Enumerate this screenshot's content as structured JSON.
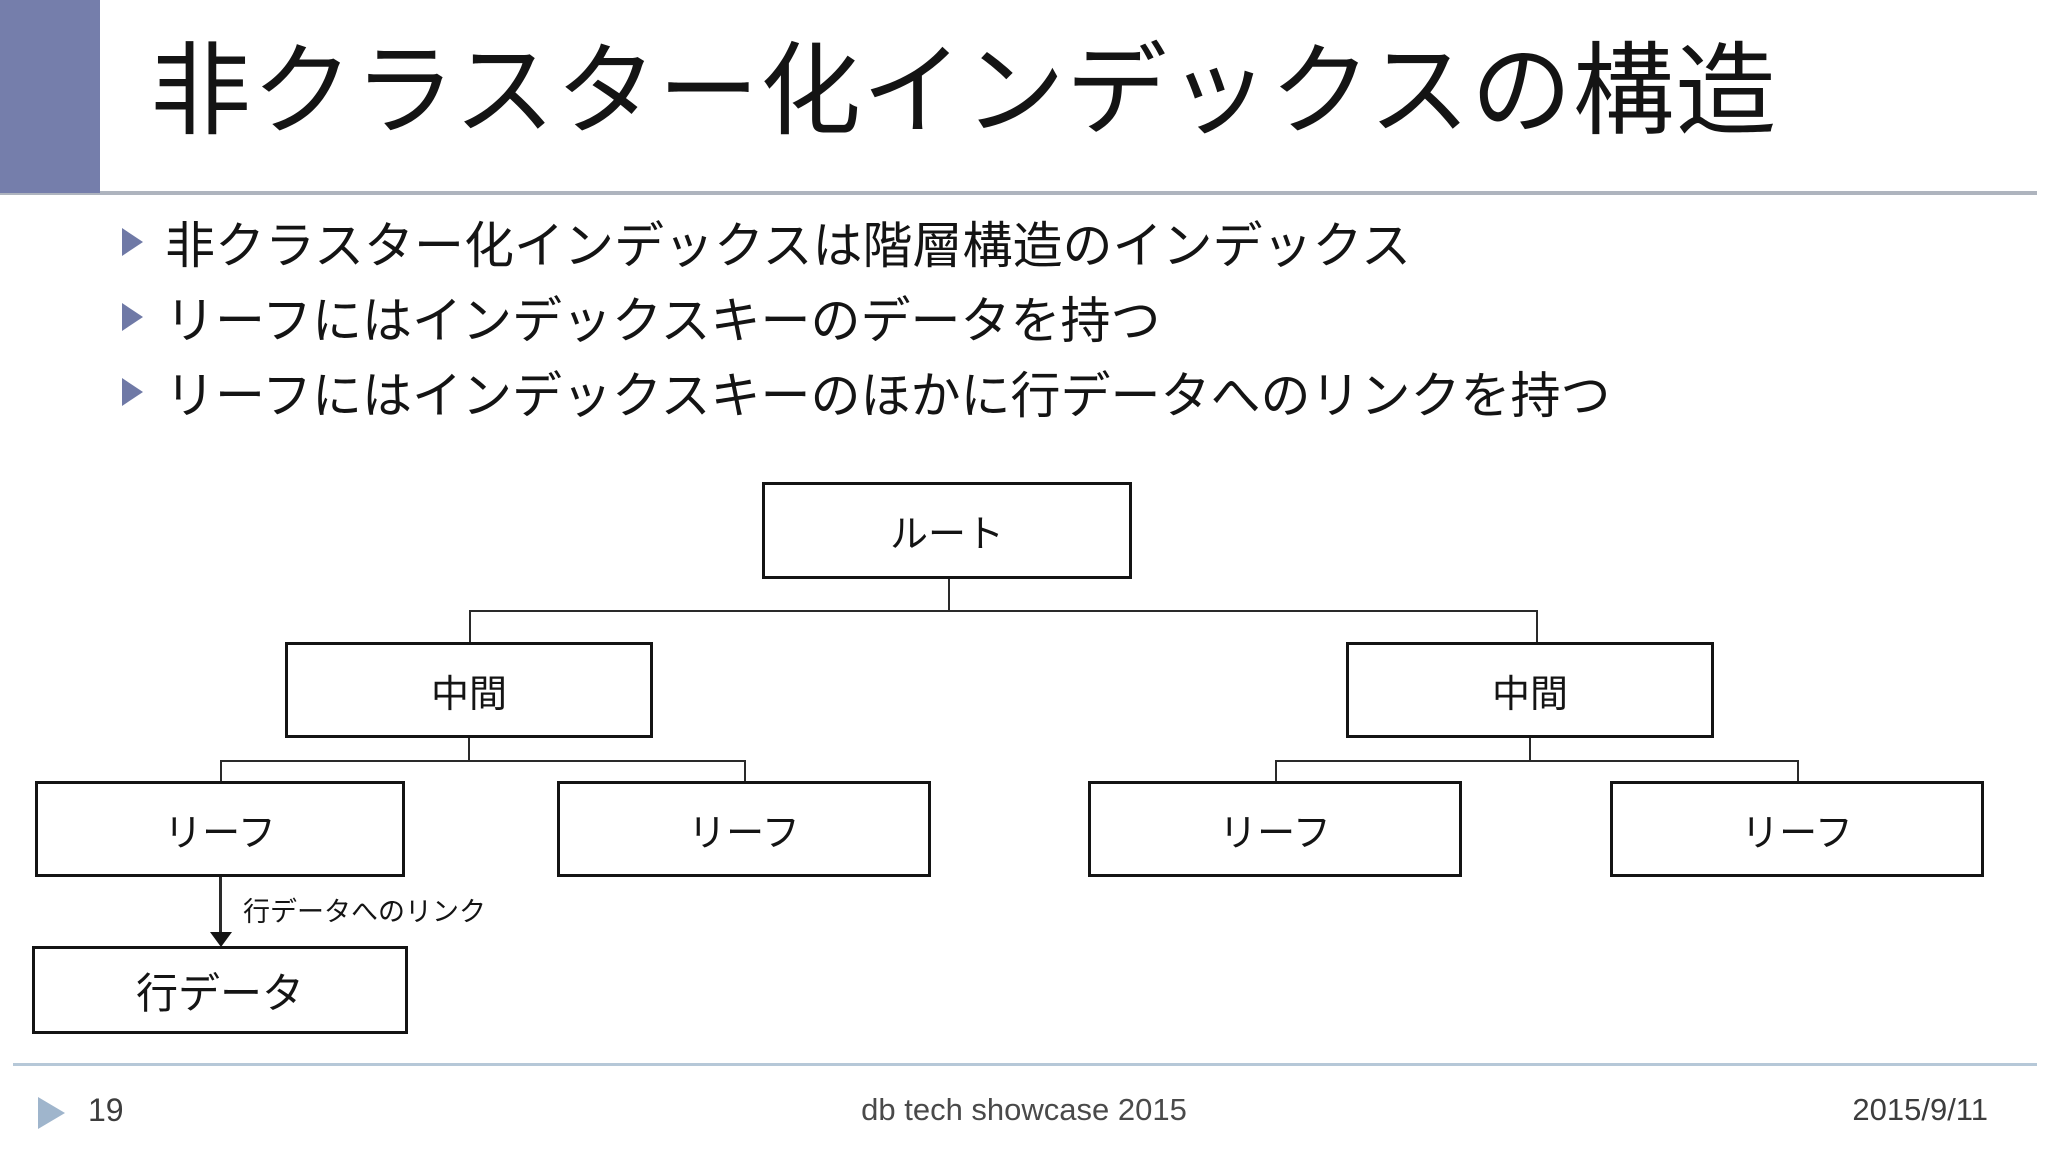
{
  "slide": {
    "title": "非クラスター化インデックスの構造",
    "bullets": [
      {
        "label": "非クラスター化インデックスは階層構造のインデックス"
      },
      {
        "label": "リーフにはインデックスキーのデータを持つ"
      },
      {
        "label": "リーフにはインデックスキーのほかに行データへのリンクを持つ"
      }
    ],
    "diagram": {
      "root": "ルート",
      "intermediate_left": "中間",
      "intermediate_right": "中間",
      "leaf1": "リーフ",
      "leaf2": "リーフ",
      "leaf3": "リーフ",
      "leaf4": "リーフ",
      "row_data": "行データ",
      "arrow_label": "行データへのリンク"
    },
    "footer": {
      "page_number": "19",
      "center_text": "db tech showcase 2015",
      "date": "2015/9/11"
    },
    "colors": {
      "accent_bar": "#757EAB",
      "bullet_marker": "#6F79A6",
      "footer_marker": "#9FB5CC",
      "header_divider": "#AEB4BE",
      "footer_divider": "#B6C8D8",
      "box_border": "#141414"
    }
  }
}
